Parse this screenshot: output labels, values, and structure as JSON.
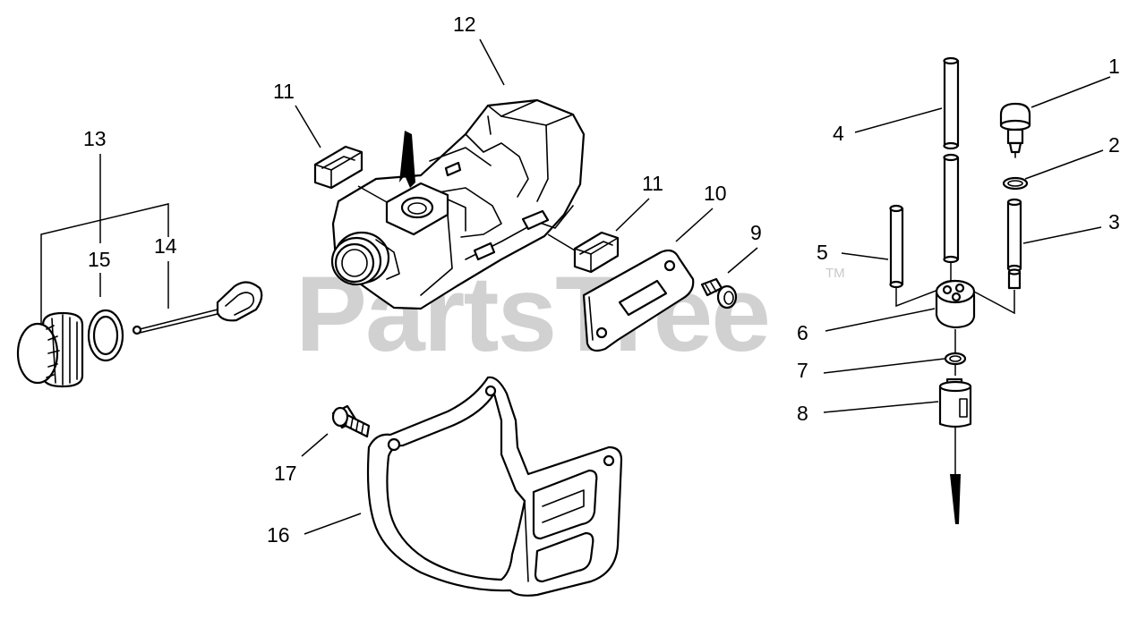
{
  "watermark": {
    "text": "PartsTree",
    "tm": "TM"
  },
  "callouts": {
    "c1": "1",
    "c2": "2",
    "c3": "3",
    "c4": "4",
    "c5": "5",
    "c6": "6",
    "c7": "7",
    "c8": "8",
    "c9": "9",
    "c10": "10",
    "c11a": "11",
    "c11b": "11",
    "c12": "12",
    "c13": "13",
    "c14": "14",
    "c15": "15",
    "c16": "16",
    "c17": "17"
  }
}
